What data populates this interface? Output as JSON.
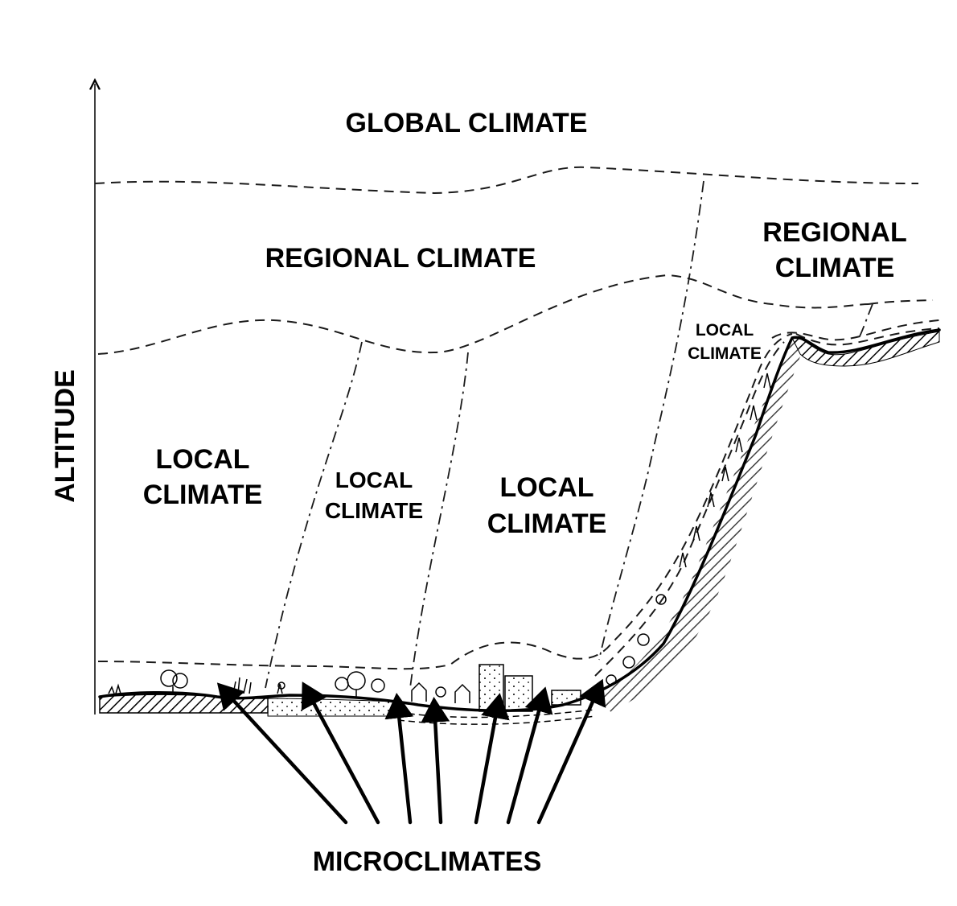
{
  "labels": {
    "global": "GLOBAL CLIMATE",
    "regional_left": "REGIONAL CLIMATE",
    "regional_right_1": "REGIONAL",
    "regional_right_2": "CLIMATE",
    "local_a_1": "LOCAL",
    "local_a_2": "CLIMATE",
    "local_b_1": "LOCAL",
    "local_b_2": "CLIMATE",
    "local_c_1": "LOCAL",
    "local_c_2": "CLIMATE",
    "local_d_1": "LOCAL",
    "local_d_2": "CLIMATE",
    "axis": "ALTITUDE",
    "microclimates": "MICROCLIMATES"
  },
  "colors": {
    "ink": "#000000",
    "paper": "#ffffff"
  }
}
